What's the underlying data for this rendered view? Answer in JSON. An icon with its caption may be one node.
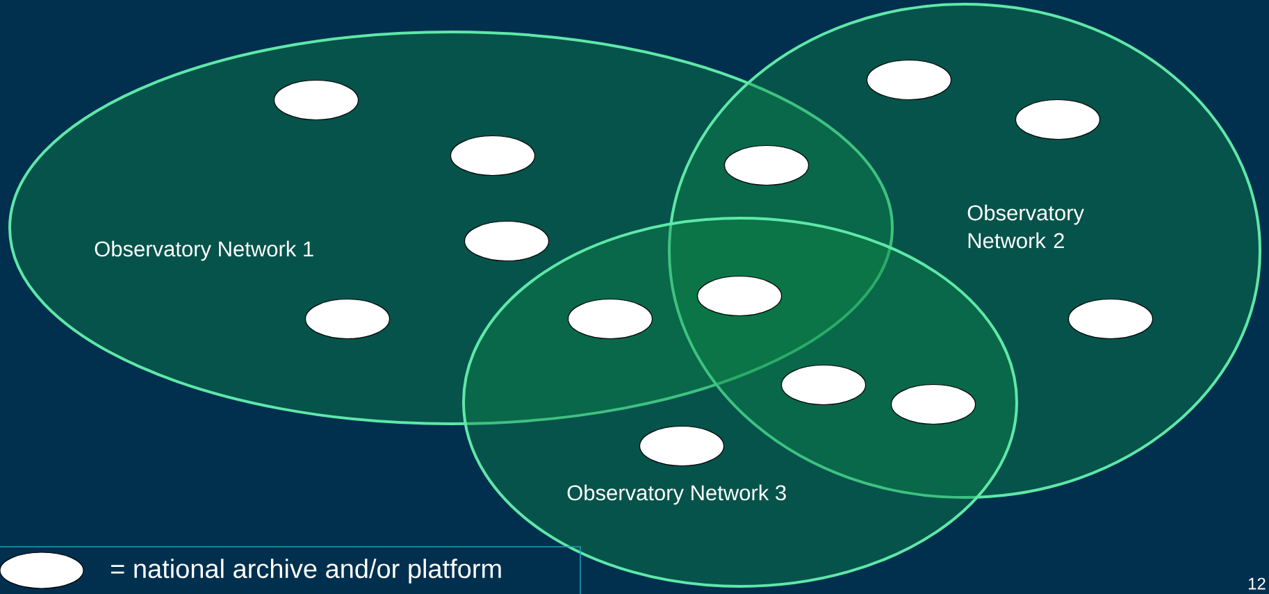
{
  "diagram": {
    "nodes": [
      {
        "text": [
          "Observatory Network 1"
        ]
      },
      {
        "text": [
          "Observatory Network 2"
        ]
      },
      {
        "text": [
          "Observatory Network 3"
        ]
      },
      {
        "text": [],
        "shape": "ellipse",
        "in": 1
      },
      {
        "text": [],
        "shape": "ellipse",
        "in": 0
      },
      {
        "text": [],
        "shape": "ellipse",
        "in": 1
      },
      {
        "text": [],
        "shape": "ellipse",
        "in": 0
      },
      {
        "text": [],
        "shape": "ellipse"
      },
      {
        "text": [],
        "shape": "ellipse",
        "in": 0
      },
      {
        "text": [],
        "shape": "ellipse"
      },
      {
        "text": [],
        "shape": "ellipse",
        "in": 0
      },
      {
        "text": [],
        "shape": "ellipse"
      },
      {
        "text": [],
        "shape": "ellipse",
        "in": 1
      },
      {
        "text": [],
        "shape": "ellipse"
      },
      {
        "text": [],
        "shape": "ellipse"
      },
      {
        "text": [],
        "shape": "ellipse",
        "in": 2
      }
    ],
    "labels": [
      "12"
    ],
    "legend": [
      {
        "text": "= national archive and/or platform"
      }
    ]
  }
}
